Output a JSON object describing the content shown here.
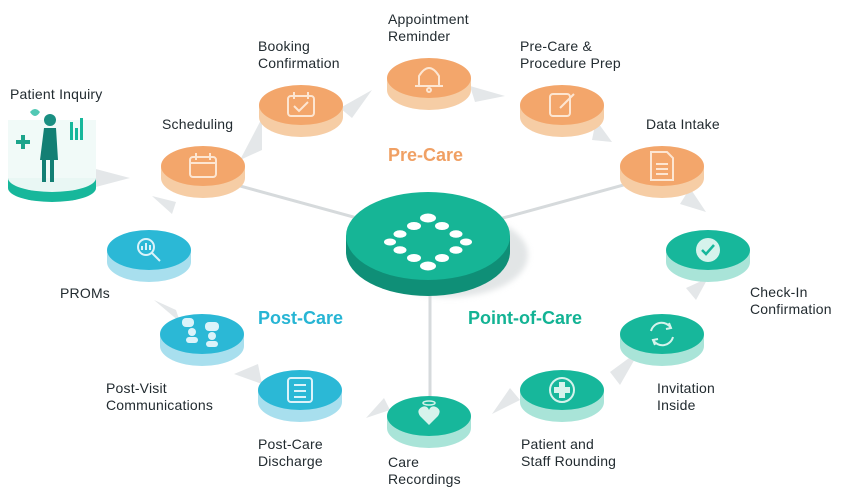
{
  "colors": {
    "orange_top": "#f3a66b",
    "orange_side": "#f6cda5",
    "orange_icon": "#fde6d2",
    "teal_top": "#17b79b",
    "teal_side": "#a9e4d8",
    "blue_top": "#2bb8d6",
    "blue_side": "#a8dfee",
    "hub_top": "#16b596",
    "hub_side": "#0f8f77",
    "connector": "#d7dbdd",
    "callout": "#e3e6e8",
    "precare_text": "#f0a064",
    "pointofcare_text": "#13b394",
    "postcare_text": "#27b5d4"
  },
  "phases": {
    "precare": "Pre-Care",
    "pointofcare": "Point-of-Care",
    "postcare": "Post-Care"
  },
  "steps": {
    "patient_inquiry": "Patient Inquiry",
    "scheduling": "Scheduling",
    "booking_confirmation": [
      "Booking",
      "Confirmation"
    ],
    "appointment_reminder": [
      "Appointment",
      "Reminder"
    ],
    "precare_prep": [
      "Pre-Care &",
      "Procedure Prep"
    ],
    "data_intake": "Data Intake",
    "checkin_confirmation": [
      "Check-In",
      "Confirmation"
    ],
    "invitation_inside": [
      "Invitation",
      "Inside"
    ],
    "patient_staff_rounding": [
      "Patient and",
      "Staff Rounding"
    ],
    "care_recordings": [
      "Care",
      "Recordings"
    ],
    "postcare_discharge": [
      "Post-Care",
      "Discharge"
    ],
    "postvisit_communications": [
      "Post-Visit",
      "Communications"
    ],
    "proms": "PROMs"
  },
  "icons": {
    "patient_inquiry": "patient-figure-illustration",
    "scheduling": "calendar-icon",
    "booking_confirmation": "calendar-check-icon",
    "appointment_reminder": "bell-icon",
    "precare_prep": "edit-document-icon",
    "data_intake": "document-icon",
    "checkin_confirmation": "checkmark-icon",
    "invitation_inside": "refresh-arrows-icon",
    "patient_staff_rounding": "medical-cross-icon",
    "care_recordings": "heart-halo-icon",
    "postcare_discharge": "checklist-icon",
    "postvisit_communications": "people-chat-icon",
    "proms": "magnifier-chart-icon",
    "hub": "brand-dots-logo"
  }
}
